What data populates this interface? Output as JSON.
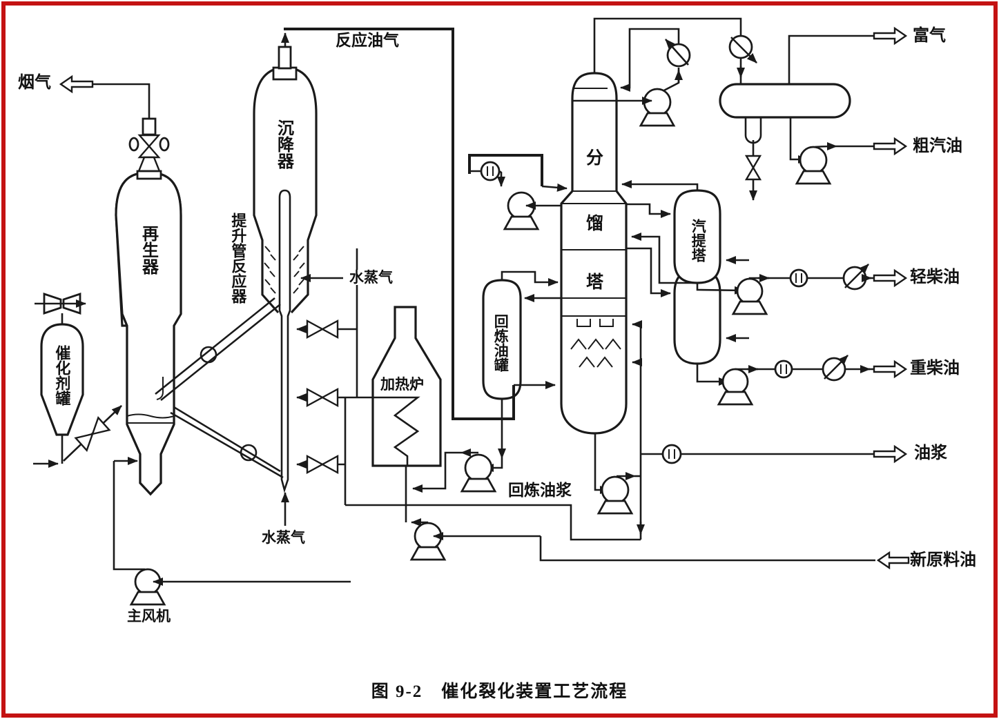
{
  "figure_caption": "图 9-2　催化裂化装置工艺流程",
  "colors": {
    "border": "#c41212",
    "line": "#1a1a1a",
    "background": "#ffffff"
  },
  "streams": {
    "flue_gas": "烟气",
    "reaction_oil_gas": "反应油气",
    "steam_riser": "水蒸气",
    "steam_bottom": "水蒸气",
    "recycle_slurry": "回炼油浆",
    "rich_gas": "富气",
    "crude_gasoline": "粗汽油",
    "light_diesel": "轻柴油",
    "heavy_diesel": "重柴油",
    "oil_slurry": "油浆",
    "fresh_feed": "新原料油"
  },
  "equipment": {
    "regenerator": "再生器",
    "settler": "沉降器",
    "riser_reactor": "提升管反应器",
    "catalyst_tank": "催化剂罐",
    "heater": "加热炉",
    "main_blower": "主风机",
    "fractionator_chars": [
      "分",
      "馏",
      "塔"
    ],
    "stripper": "汽提塔",
    "recycle_oil_tank": "回炼油罐"
  }
}
